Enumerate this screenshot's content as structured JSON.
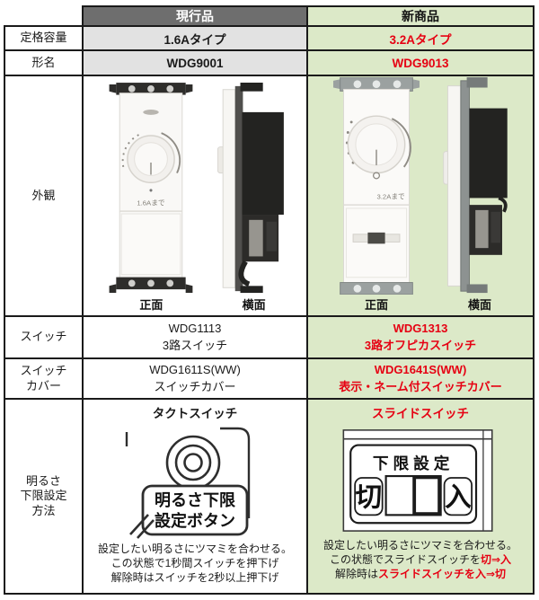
{
  "colors": {
    "header_gray": "#6e6e6e",
    "cell_gray": "#e2e2e2",
    "new_green": "#dce9c8",
    "accent_red": "#e60012",
    "border": "#1a1a1a"
  },
  "header": {
    "current_label": "現行品",
    "new_label": "新商品"
  },
  "rated_capacity": {
    "label": "定格容量",
    "current": "1.6Aタイプ",
    "new": "3.2Aタイプ"
  },
  "model_name": {
    "label": "形名",
    "current": "WDG9001",
    "new": "WDG9013"
  },
  "appearance": {
    "label": "外観",
    "front_label": "正面",
    "side_label": "横面",
    "current_marking": "1.6Aまで",
    "new_marking": "3.2Aまで"
  },
  "switch_row": {
    "label": "スイッチ",
    "current_model": "WDG1113",
    "current_desc": "3路スイッチ",
    "new_model": "WDG1313",
    "new_desc": "3路オフピカスイッチ"
  },
  "switch_cover": {
    "label_line1": "スイッチ",
    "label_line2": "カバー",
    "current_model": "WDG1611S(WW)",
    "current_desc": "スイッチカバー",
    "new_model": "WDG1641S(WW)",
    "new_desc": "表示・ネーム付スイッチカバー"
  },
  "brightness": {
    "label_line1": "明るさ",
    "label_line2": "下限設定",
    "label_line3": "方法",
    "current_switch_type": "タクトスイッチ",
    "current_button_line1": "明るさ下限",
    "current_button_line2": "設定ボタン",
    "current_note_line1": "設定したい明るさにツマミを合わせる。",
    "current_note_line2": "この状態で1秒間スイッチを押下げ",
    "current_note_line3": "解除時はスイッチを2秒以上押下げ",
    "new_switch_type": "スライドスイッチ",
    "new_diagram_title": "下限設定",
    "new_diagram_off": "切",
    "new_diagram_on": "入",
    "new_note_line1": "設定したい明るさにツマミを合わせる。",
    "new_note_line2_black": "この状態でスライドスイッチを",
    "new_note_line2_red": "切⇒入",
    "new_note_line3_black": "解除時は",
    "new_note_line3_red": "スライドスイッチを入⇒切"
  }
}
